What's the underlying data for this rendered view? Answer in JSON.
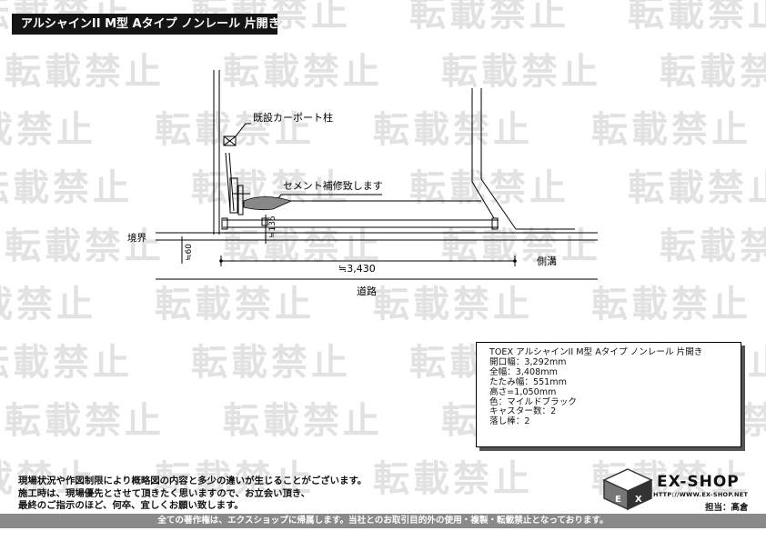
{
  "header": {
    "title": "アルシャインII M型 Aタイプ ノンレール 片開き"
  },
  "watermark": {
    "text": "転載禁止",
    "color": "#e2e2e2"
  },
  "drawing": {
    "label_pillar": "既設カーポート柱",
    "label_cement": "セメント補修致します",
    "label_boundary": "境界",
    "label_ditch": "側溝",
    "label_road": "道路",
    "dim_width": "≒3,430",
    "dim_135": "≒135",
    "dim_60": "≒60"
  },
  "spec": {
    "lines": [
      "TOEX  アルシャインII M型 Aタイプ ノンレール  片開き",
      "開口幅：3,292mm",
      "全幅：3,408mm",
      "たたみ幅：551mm",
      "高さ=1,050mm",
      "色：マイルドブラック",
      "キャスター数：2",
      "落し棒：2"
    ]
  },
  "notes": {
    "lines": [
      "現場状況や作図制限により概略図の内容と多少の違いが生じることがございます。",
      "施工時は、現場優先とさせて頂きたく思いますので、お立会い頂き、",
      "最終のご指示のほど、何卒、宜しくお願い致します。"
    ]
  },
  "brand": {
    "name": "EX-SHOP",
    "url": "HTTP://WWW.EX-SHOP.NET",
    "staff": "担当：髙倉"
  },
  "footer": {
    "text": "全ての著作権は、エクスショップに帰属します。当社とのお取引目的外の使用・複製・転載禁止となっております。"
  }
}
